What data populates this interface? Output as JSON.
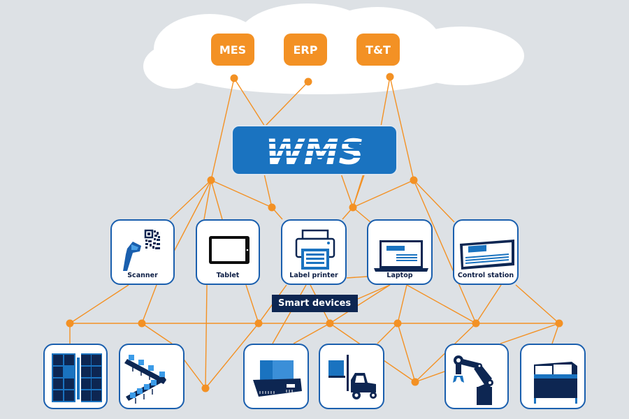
{
  "colors": {
    "background": "#dde1e5",
    "accent_orange": "#f39124",
    "wms_blue": "#1a73c0",
    "navy": "#0d2652",
    "card_border": "#1a5fae",
    "icon_blue": "#1f7fd0",
    "cloud": "#ffffff"
  },
  "cloud_systems": [
    {
      "label": "MES"
    },
    {
      "label": "ERP"
    },
    {
      "label": "T&T"
    }
  ],
  "center": {
    "label": "WMS"
  },
  "smart_devices": {
    "section_label": "Smart devices",
    "items": [
      {
        "label": "Scanner",
        "icon": "barcode-scanner-icon"
      },
      {
        "label": "Tablet",
        "icon": "tablet-icon"
      },
      {
        "label": "Label printer",
        "icon": "printer-icon"
      },
      {
        "label": "Laptop",
        "icon": "laptop-icon"
      },
      {
        "label": "Control station",
        "icon": "control-monitor-icon"
      }
    ]
  },
  "equipment": [
    {
      "icon": "warehouse-rack-icon"
    },
    {
      "icon": "conveyor-icon"
    },
    {
      "icon": "pallet-shuttle-icon"
    },
    {
      "icon": "forklift-icon"
    },
    {
      "icon": "robot-arm-icon"
    },
    {
      "icon": "machine-cabinet-icon"
    }
  ]
}
